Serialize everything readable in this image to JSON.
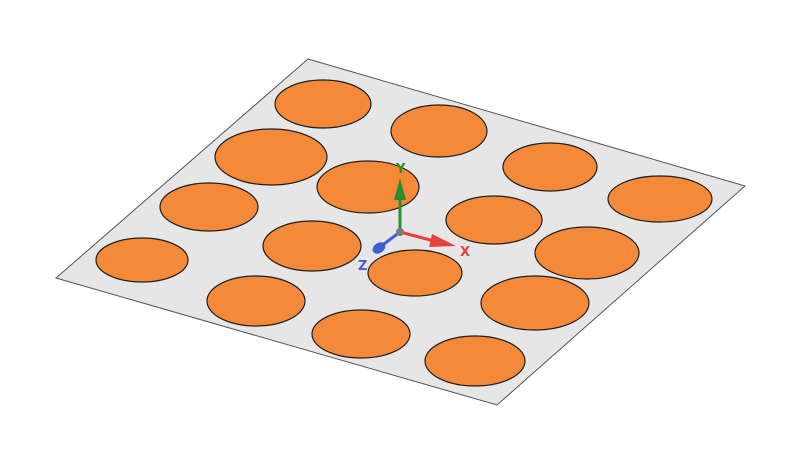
{
  "viewport": {
    "background": "#ffffff"
  },
  "substrate": {
    "color": "#e6e6e6",
    "edge_color": "#555555"
  },
  "patch_array": {
    "rows": 4,
    "columns": 4,
    "patch_shape": "circle",
    "fill_color": "#f5893a",
    "edge_color": "#1e1e1e"
  },
  "triad": {
    "x_axis": {
      "label": "X",
      "color": "#e64040"
    },
    "y_axis": {
      "label": "Y",
      "color": "#2e8b2e"
    },
    "z_axis": {
      "label": "Z",
      "color": "#4060d0"
    },
    "origin_color": "#7a7a7a"
  }
}
